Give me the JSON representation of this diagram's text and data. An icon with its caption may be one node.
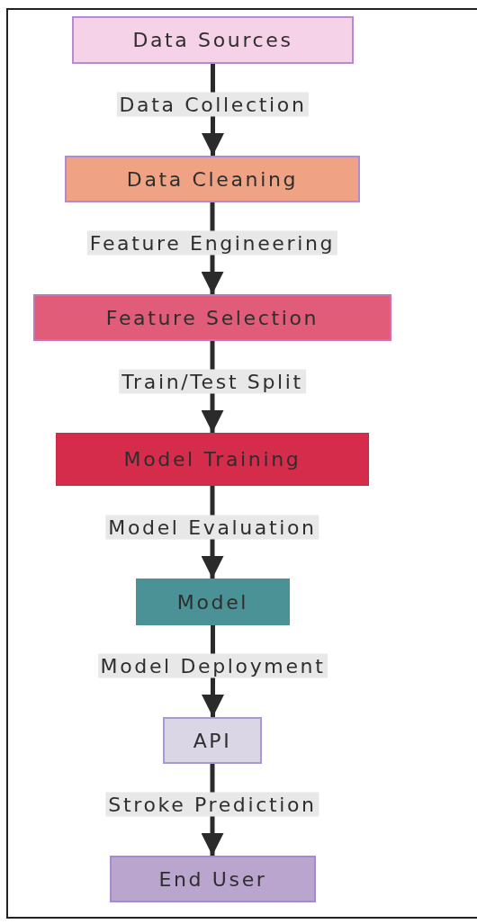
{
  "diagram": {
    "nodes": [
      {
        "text": [
          "Data Sources"
        ]
      },
      {
        "text": [
          "Data Cleaning"
        ]
      },
      {
        "text": [
          "Feature Selection"
        ]
      },
      {
        "text": [
          "Model Training"
        ]
      },
      {
        "text": [
          "Model"
        ]
      },
      {
        "text": [
          "API"
        ]
      },
      {
        "text": [
          "End User"
        ]
      }
    ],
    "edges": [
      {
        "from": 0,
        "to": 1,
        "arrow": "to",
        "label": "Data Collection"
      },
      {
        "from": 1,
        "to": 2,
        "arrow": "to",
        "label": "Feature Engineering"
      },
      {
        "from": 2,
        "to": 3,
        "arrow": "to",
        "label": "Train/Test Split"
      },
      {
        "from": 3,
        "to": 4,
        "arrow": "to",
        "label": "Model Evaluation"
      },
      {
        "from": 4,
        "to": 5,
        "arrow": "to",
        "label": "Model Deployment"
      },
      {
        "from": 5,
        "to": 6,
        "arrow": "to",
        "label": "Stroke Prediction"
      }
    ]
  }
}
